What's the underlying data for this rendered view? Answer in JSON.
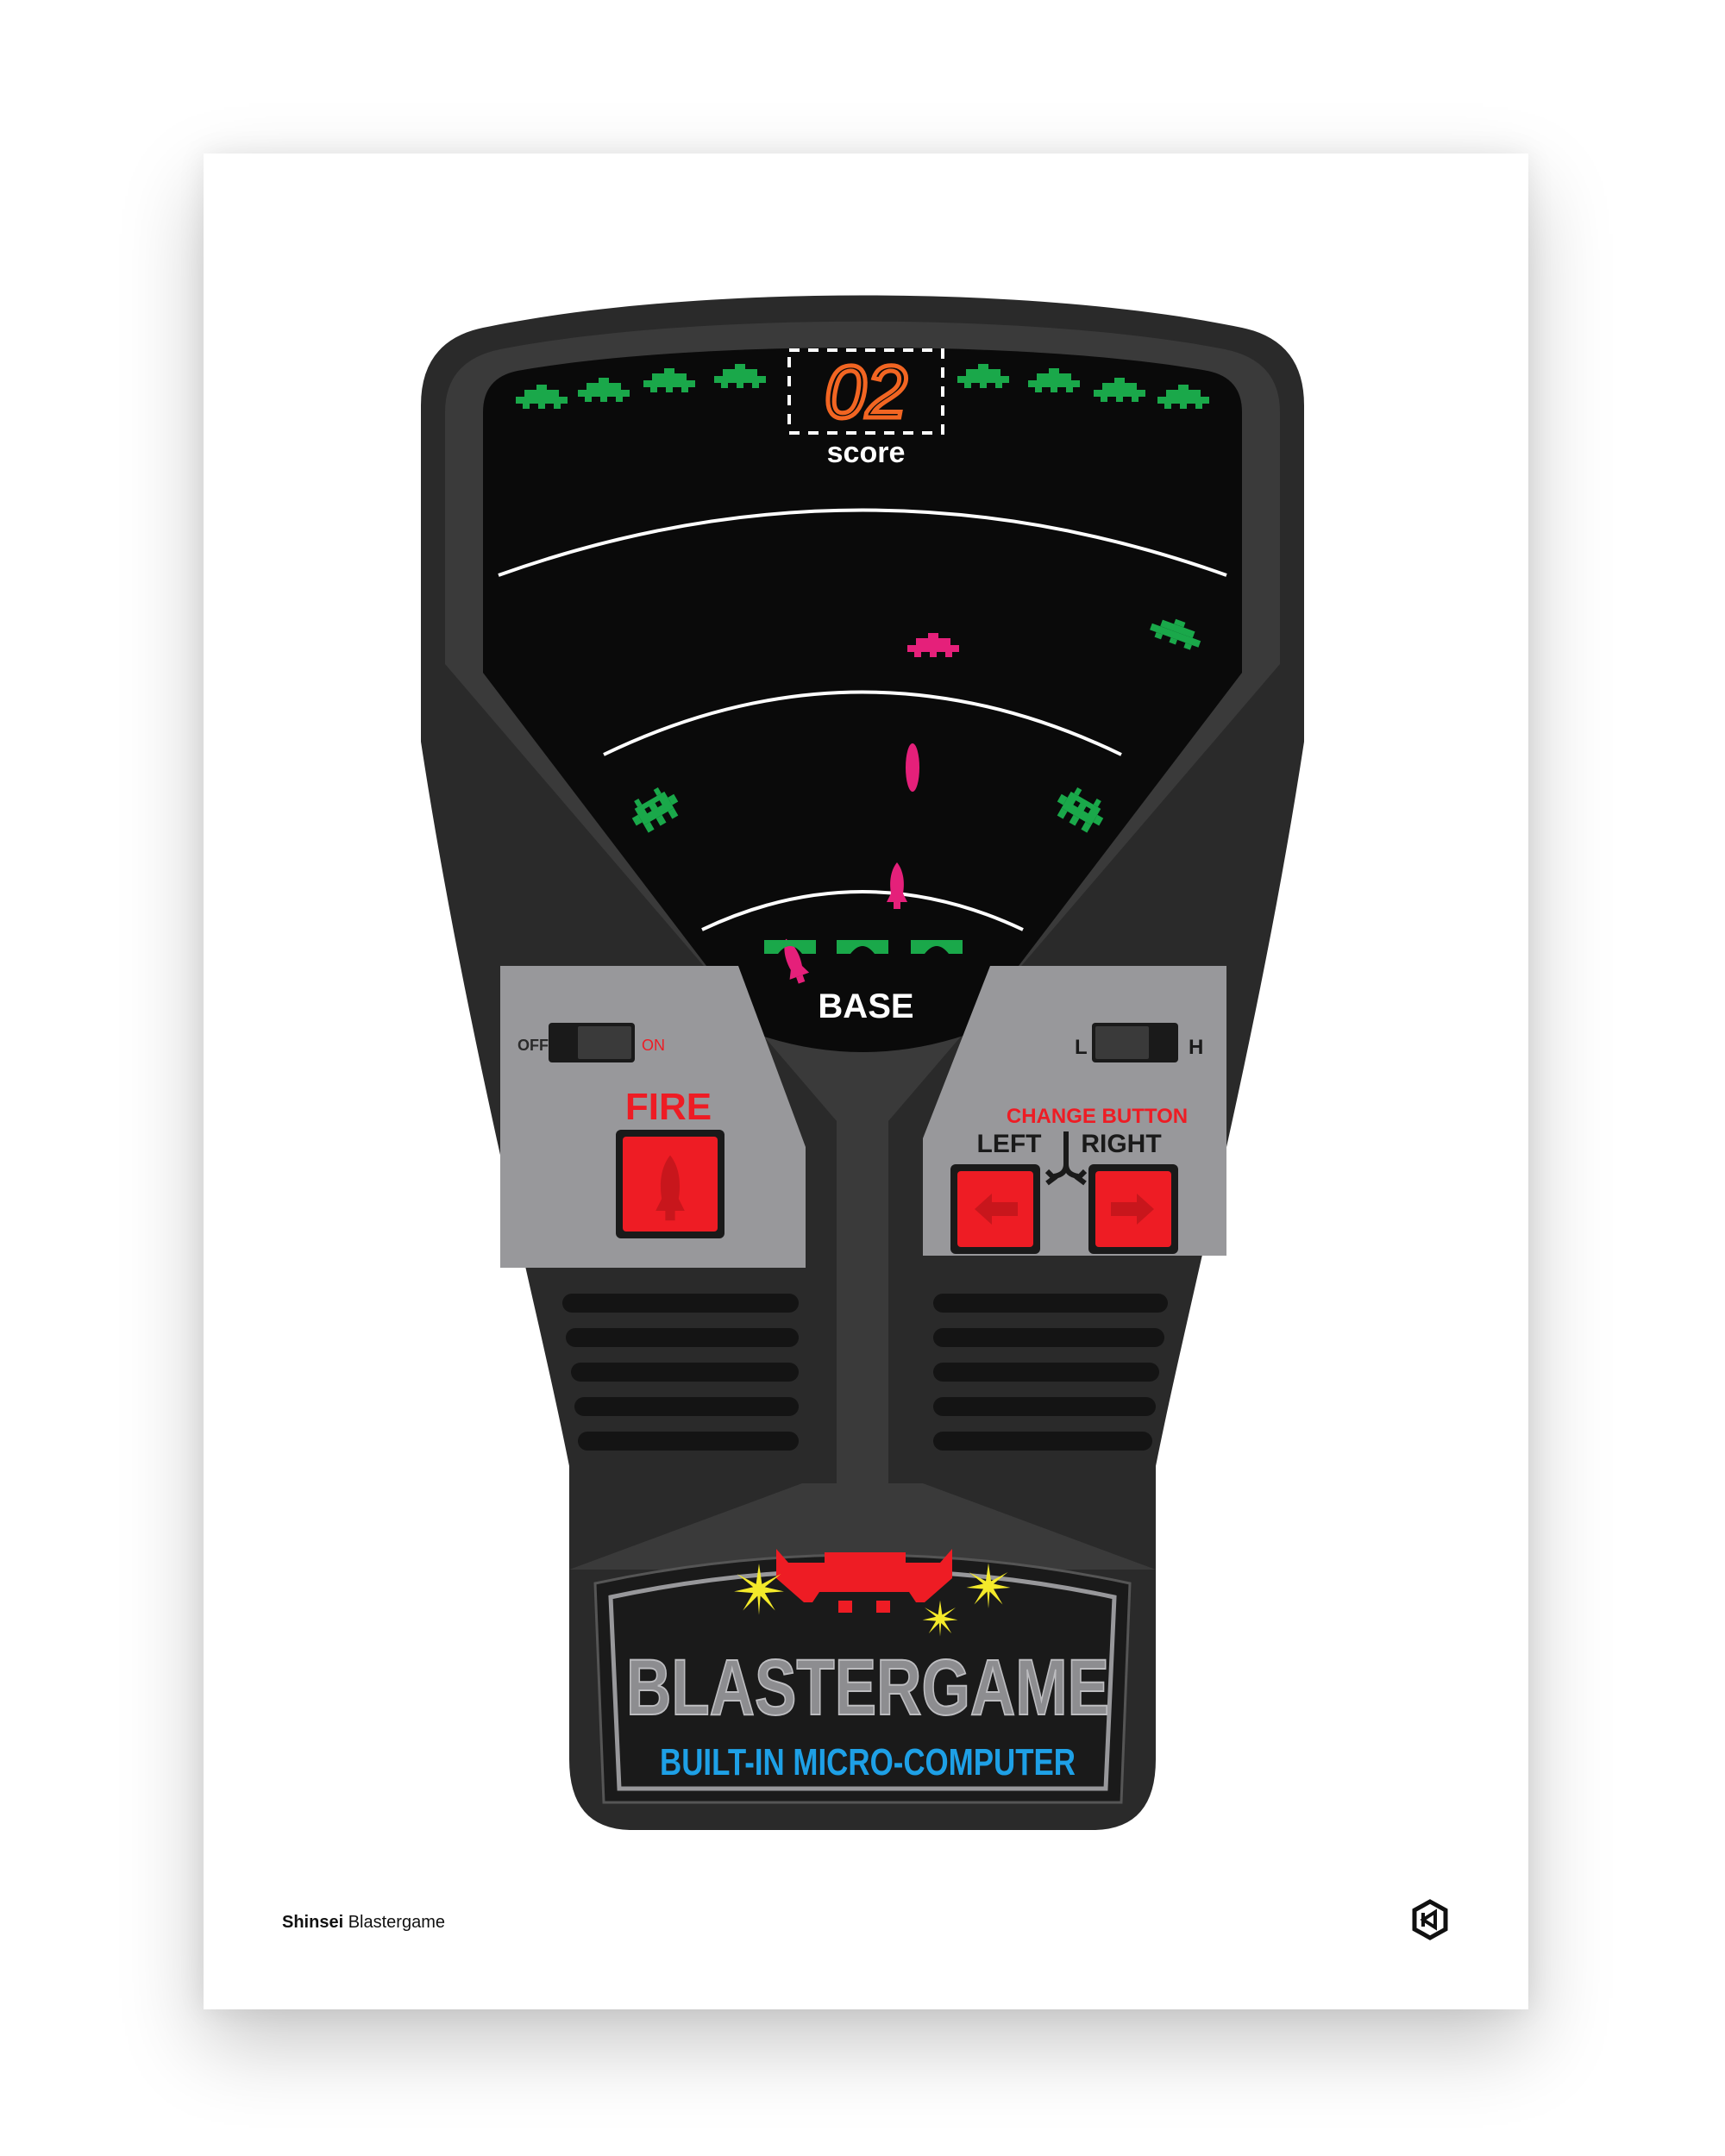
{
  "screen": {
    "score_value": "02",
    "score_label": "score",
    "base_label": "BASE"
  },
  "controls": {
    "power_off_label": "OFF",
    "power_on_label": "ON",
    "level_low_label": "L",
    "level_high_label": "H",
    "fire_label": "FIRE",
    "change_button_label": "CHANGE BUTTON",
    "left_label": "LEFT",
    "right_label": "RIGHT"
  },
  "branding": {
    "title": "BLASTERGAME",
    "subtitle": "BUILT-IN MICRO-COMPUTER"
  },
  "caption": {
    "brand": "Shinsei",
    "model": "Blastergame"
  },
  "colors": {
    "body": "#2a2a2a",
    "screen": "#0a0a0a",
    "panel_grey": "#98989b",
    "button_red": "#ee1c24",
    "invader_green": "#1aa84a",
    "invader_pink": "#e5207a",
    "score_orange": "#f26522",
    "subtitle_blue": "#1ea0e6",
    "spark_yellow": "#f4ea2a"
  },
  "icons": {
    "fire_button_glyph": "rocket-icon",
    "left_button_glyph": "arrow-left-icon",
    "right_button_glyph": "arrow-right-icon",
    "corner_logo": "hexagon-logo-icon"
  }
}
